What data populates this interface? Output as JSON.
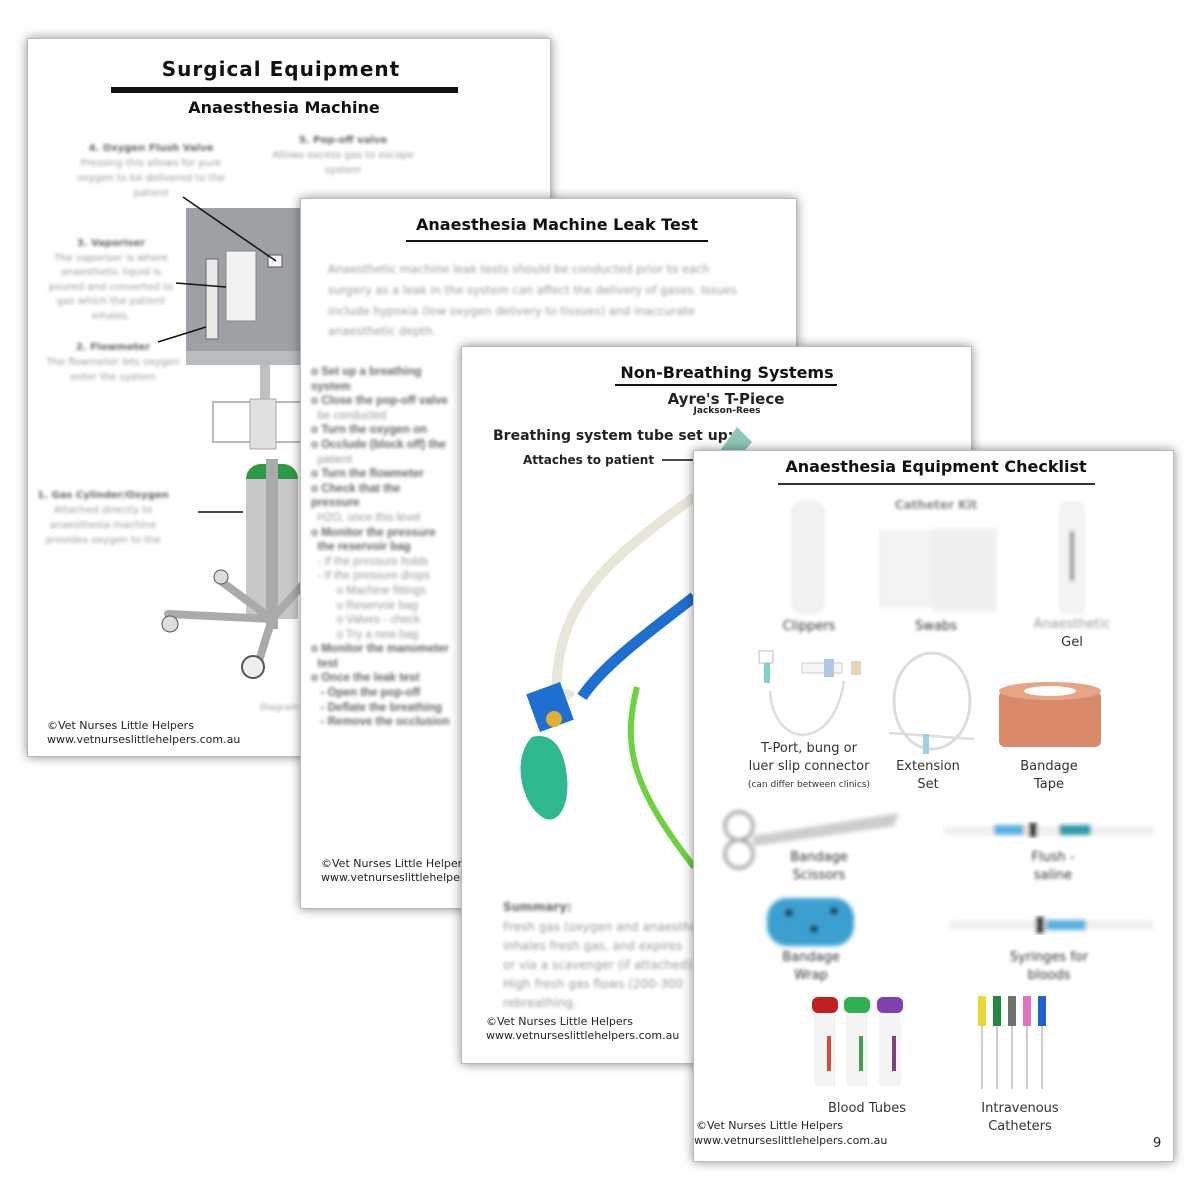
{
  "pages": [
    {
      "title": "Surgical Equipment",
      "subtitle": "Anaesthesia Machine",
      "labels": [
        {
          "heading": "4. Oxygen Flush Valve",
          "lines": [
            "Pressing this allows for pure",
            "oxygen to be delivered to the",
            "patient"
          ]
        },
        {
          "heading": "5. Pop-off valve",
          "lines": [
            "Allows excess gas to escape",
            "system"
          ]
        },
        {
          "heading": "3. Vaporiser",
          "lines": [
            "The vaporiser is where",
            "anaesthetic liquid is",
            "poured and converted to",
            "gas which the patient",
            "inhales."
          ]
        },
        {
          "heading": "2. Flowmeter",
          "lines": [
            "The flowmeter lets oxygen",
            "enter the system"
          ]
        },
        {
          "heading": "1. Gas Cylinder/Oxygen",
          "lines": [
            "Attached directly to",
            "anaesthesia machine",
            "provides oxygen to the"
          ]
        }
      ],
      "diagram_note": "Diagram",
      "footer": {
        "copyright": "©Vet Nurses Little Helpers",
        "url": "www.vetnurseslittlehelpers.com.au"
      }
    },
    {
      "title": "Anaesthesia Machine Leak Test",
      "intro": [
        "Anaesthetic machine leak tests should be conducted prior to each",
        "surgery as a leak in the system can affect the delivery of gases. Issues",
        "include hypoxia (low oxygen delivery to tissues) and inaccurate",
        "anaesthetic depth."
      ],
      "steps": [
        "o Set up a breathing system",
        "o Close the pop-off valve",
        "  be conducted",
        "o Turn the oxygen on",
        "o Occlude (block off) the",
        "  patient",
        "o Turn the flowmeter",
        "o Check that the pressure",
        "  H2O, once this level",
        "o Monitor the pressure",
        "  the reservoir bag",
        "  - If the pressure holds",
        "  - If the pressure drops",
        "        o Machine fittings",
        "        o Reservoir bag",
        "        o Valves - check",
        "        o Try a new bag",
        "o Monitor the manometer",
        "  test",
        "o Once the leak test",
        "   - Open the pop-off",
        "   - Deflate the breathing",
        "   - Remove the occlusion"
      ],
      "footer": {
        "copyright": "©Vet Nurses Little Helpers",
        "url": "www.vetnurseslittlehelpers.com.au"
      }
    },
    {
      "title": "Non-Breathing Systems",
      "system_name": "Ayre's T-Piece",
      "system_alt": "Jackson-Rees",
      "setup_heading": "Breathing system tube set up:",
      "patient_label": "Attaches to patient",
      "summary_heading": "Summary:",
      "summary_lines": [
        "Fresh gas (oxygen and anaesthetic)",
        "inhales fresh gas, and expires",
        "or via a scavenger (if attached)",
        "High fresh gas flows (200-300",
        "rebreathing."
      ],
      "footer": {
        "copyright": "©Vet Nurses Little Helpers",
        "url": "www.vetnurseslittlehelpers.com.au"
      }
    },
    {
      "title": "Anaesthesia Equipment Checklist",
      "catheter_kit": "Catheter Kit",
      "items": {
        "clippers": [
          "Clippers"
        ],
        "swabs": [
          "Swabs"
        ],
        "gel": [
          "Anaesthetic",
          "Gel"
        ],
        "tport": [
          "T-Port, bung or",
          "luer slip connector",
          "(can differ between clinics)"
        ],
        "extension": [
          "Extension",
          "Set"
        ],
        "tape": [
          "Bandage",
          "Tape"
        ],
        "scissors": [
          "Bandage",
          "Scissors"
        ],
        "flush": [
          "Flush -",
          "saline"
        ],
        "wrap": [
          "Bandage",
          "Wrap"
        ],
        "syringes": [
          "Syringes for",
          "bloods"
        ],
        "tubes": [
          "Blood Tubes"
        ],
        "catheters": [
          "Intravenous",
          "Catheters"
        ]
      },
      "page_number": "9",
      "footer": {
        "copyright": "©Vet Nurses Little Helpers",
        "url": "www.vetnurseslittlehelpers.com.au"
      }
    }
  ],
  "colors": {
    "tape": "#d98a6a",
    "wrap": "#3aa0d0",
    "tube_blue": "#1f6fd0",
    "tube_green": "#6fd040",
    "bag_green": "#30b890",
    "cap_red": "#c02020",
    "cap_green": "#30b050",
    "cap_purple": "#8040b0"
  }
}
